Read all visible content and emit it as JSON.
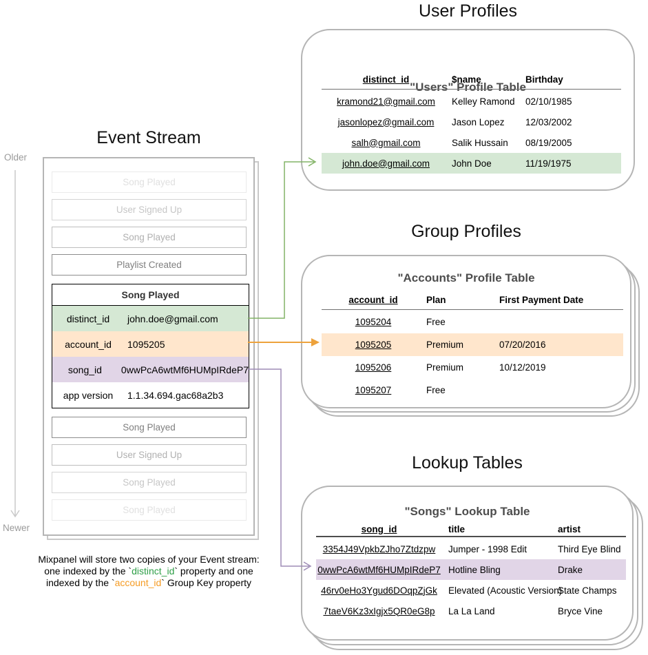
{
  "timeline": {
    "older": "Older",
    "newer": "Newer"
  },
  "event_stream": {
    "title": "Event Stream",
    "events_before": [
      "Song Played",
      "User Signed Up",
      "Song Played",
      "Playlist Created"
    ],
    "detail": {
      "title": "Song Played",
      "rows": [
        {
          "key": "distinct_id",
          "value": "john.doe@gmail.com"
        },
        {
          "key": "account_id",
          "value": "1095205"
        },
        {
          "key": "song_id",
          "value": "0wwPcA6wtMf6HUMpIRdeP7"
        },
        {
          "key": "app version",
          "value": "1.1.34.694.gac68a2b3"
        }
      ]
    },
    "events_after": [
      "Song Played",
      "User Signed Up",
      "Song Played",
      "Song Played"
    ]
  },
  "caption": {
    "line1": "Mixpanel will store two copies of your Event stream:",
    "line2_pre": "one indexed by the `",
    "line2_code": "distinct_id",
    "line2_post": "` property and one",
    "line3_pre": "indexed by the `",
    "line3_code": "account_id",
    "line3_post": "` Group Key property"
  },
  "user_profiles": {
    "section_title": "User Profiles",
    "table_title": "\"Users\" Profile Table",
    "columns": [
      "distinct_id",
      "$name",
      "Birthday"
    ],
    "rows": [
      [
        "kramond21@gmail.com",
        "Kelley Ramond",
        "02/10/1985"
      ],
      [
        "jasonlopez@gmail.com",
        "Jason Lopez",
        "12/03/2002"
      ],
      [
        "salh@gmail.com",
        "Salik Hussain",
        "08/19/2005"
      ],
      [
        "john.doe@gmail.com",
        "John Doe",
        "11/19/1975"
      ]
    ]
  },
  "group_profiles": {
    "section_title": "Group Profiles",
    "table_title": "\"Accounts\" Profile Table",
    "columns": [
      "account_id",
      "Plan",
      "First Payment Date"
    ],
    "rows": [
      [
        "1095204",
        "Free",
        ""
      ],
      [
        "1095205",
        "Premium",
        "07/20/2016"
      ],
      [
        "1095206",
        "Premium",
        "10/12/2019"
      ],
      [
        "1095207",
        "Free",
        ""
      ]
    ]
  },
  "lookup_tables": {
    "section_title": "Lookup Tables",
    "table_title": "\"Songs\" Lookup Table",
    "columns": [
      "song_id",
      "title",
      "artist"
    ],
    "rows": [
      [
        "3354J49VpkbZJho7Ztdzpw",
        "Jumper - 1998 Edit",
        "Third Eye Blind"
      ],
      [
        "0wwPcA6wtMf6HUMpIRdeP7",
        "Hotline Bling",
        "Drake"
      ],
      [
        "46rv0eHo3Ygud6DOqpZjGk",
        "Elevated (Acoustic Version)",
        "State Champs"
      ],
      [
        "7taeV6Kz3xIgjx5QR0eG8p",
        "La La Land",
        "Bryce Vine"
      ]
    ]
  },
  "colors": {
    "green_highlight": "#d5e8d4",
    "orange_highlight": "#ffe6cc",
    "purple_highlight": "#e1d5e7",
    "green_arrow": "#82b366",
    "orange_arrow": "#eda23c",
    "purple_arrow": "#9e8cb5"
  }
}
